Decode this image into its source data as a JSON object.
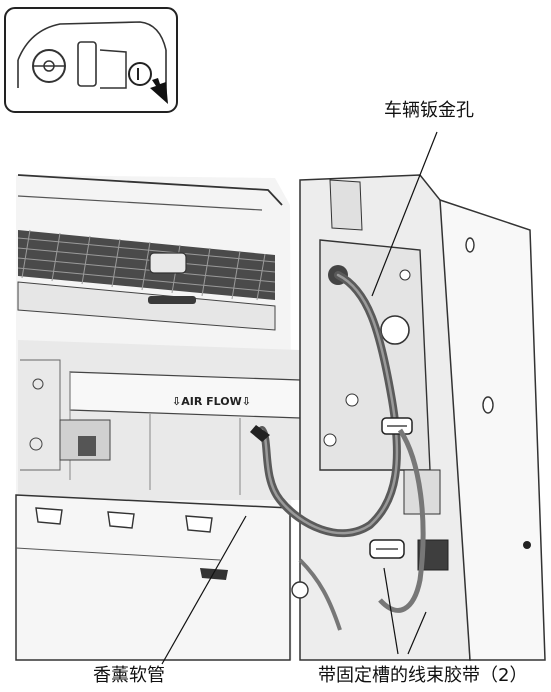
{
  "figure": {
    "labels": {
      "body_panel_hole": "车辆钣金孔",
      "fragrance_hose": "香薰软管",
      "harness_clips": "带固定槽的线束胶带（2）"
    },
    "flap_marking": "⇩AIR  FLOW⇩",
    "colors": {
      "line": "#2a2a2a",
      "panel_light": "#f2f2f2",
      "panel_mid": "#dcdcdc",
      "hose": "#6e6e6e"
    }
  }
}
